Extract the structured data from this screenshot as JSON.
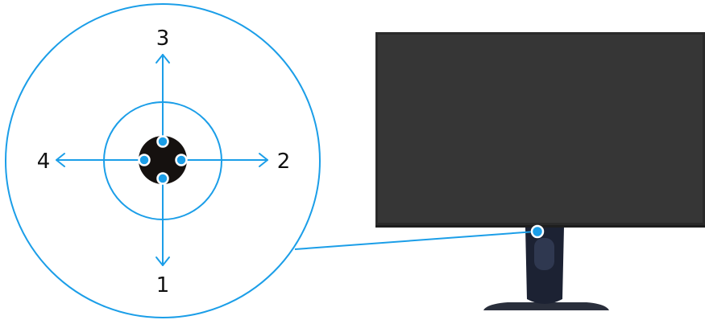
{
  "labels": {
    "up": "3",
    "right": "2",
    "down": "1",
    "left": "4"
  },
  "colors": {
    "accent": "#1b9ee8",
    "joystick": "#15110f",
    "screen_bezel": "#2a2a2a",
    "screen_panel": "#363636",
    "stand": "#1c2233",
    "stand_highlight": "#2f3850",
    "base": "#2a2f3c",
    "label": "#111111"
  },
  "icons": {
    "up_arrow": "arrow-up-icon",
    "right_arrow": "arrow-right-icon",
    "down_arrow": "arrow-down-icon",
    "left_arrow": "arrow-left-icon"
  }
}
